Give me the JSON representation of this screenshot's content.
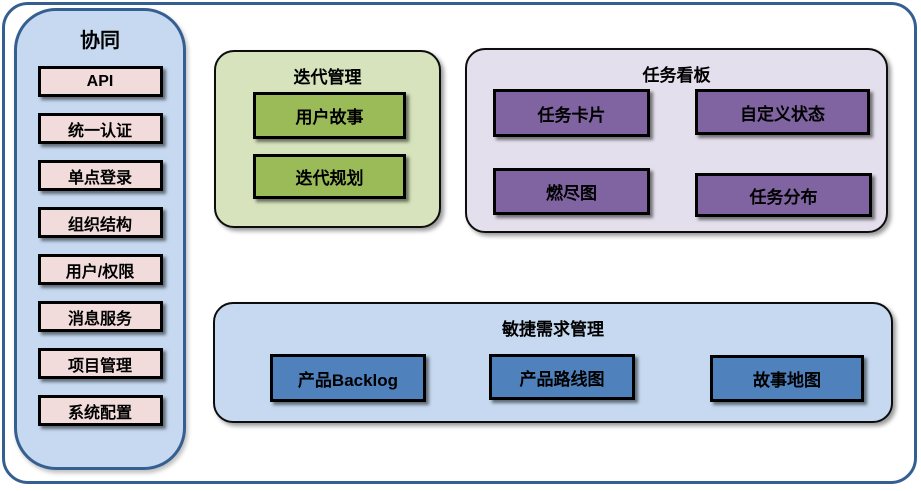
{
  "palette": {
    "frame_border": "#365f91",
    "sidebar_fill": "#c6d9f1",
    "sidebar_border": "#365f91",
    "sidebar_item_fill": "#f2dcdb",
    "iteration_container_fill": "#d6e3bc",
    "iteration_item_fill": "#9bbb59",
    "kanban_container_fill": "#e4dfec",
    "kanban_item_fill": "#8064a2",
    "agile_container_fill": "#c6d9f1",
    "agile_item_fill": "#4f81bd",
    "item_border": "#000000",
    "text_color": "#000000"
  },
  "sidebar": {
    "title": "协同",
    "items": [
      "API",
      "统一认证",
      "单点登录",
      "组织结构",
      "用户/权限",
      "消息服务",
      "项目管理",
      "系统配置"
    ]
  },
  "iteration": {
    "title": "迭代管理",
    "items": [
      "用户故事",
      "迭代规划"
    ]
  },
  "kanban": {
    "title": "任务看板",
    "items": [
      "任务卡片",
      "自定义状态",
      "燃尽图",
      "任务分布"
    ]
  },
  "agile": {
    "title": "敏捷需求管理",
    "items": [
      "产品Backlog",
      "产品路线图",
      "故事地图"
    ]
  }
}
